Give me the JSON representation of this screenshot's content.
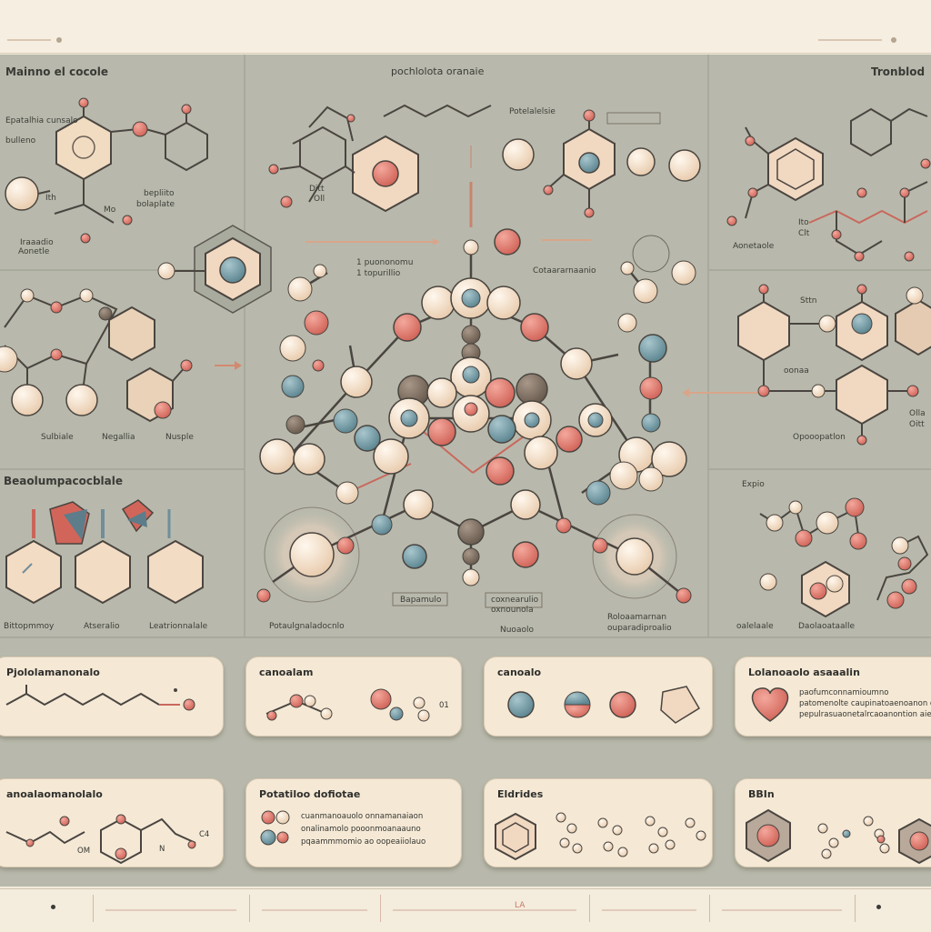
{
  "header": {
    "title": ""
  },
  "panels": {
    "top_left": {
      "title": "Mainno el cocole",
      "labels": [
        "Epatalhia cunsalo",
        "bulleno",
        "Iraaadio",
        "Aonetle",
        "bepliito",
        "bolaplate",
        "Sulbiale",
        "Negallia",
        "Nusple",
        "Mo",
        "Ith"
      ]
    },
    "top_center": {
      "title": "pochlolota oranaie",
      "labels": [
        "Potelalelsie",
        "Ditt",
        "Oll",
        "1 puononomu",
        "1 topurillio",
        "Cotaararnaanio"
      ]
    },
    "top_right": {
      "title": "Tronblod",
      "labels": [
        "Aonetaole",
        "Ito",
        "Clt",
        "Sttn",
        "Olla",
        "oonaa",
        "Oitt",
        "Opooopatlon"
      ]
    },
    "mid_left": {
      "title": "Beaolumpacocblale",
      "labels": [
        "Bittopmmoy",
        "Atseralio",
        "Leatrionnalale"
      ]
    },
    "mid_center": {
      "labels": [
        "Bapamulo",
        "coxnearulio",
        "oxnounola",
        "Nuoaolo",
        "Potaulgnaladocnlo",
        "Roloaamarnan",
        "ouparadiproalio"
      ]
    },
    "mid_right": {
      "labels": [
        "Expio",
        "oalelaale",
        "Daolaoataalle"
      ]
    }
  },
  "cards": [
    {
      "title": "Pjololamanonalo",
      "lines": []
    },
    {
      "title": "canoalam",
      "lines": [
        "01"
      ]
    },
    {
      "title": "canoalo",
      "lines": []
    },
    {
      "title": "Lolanoaolo asaaalin",
      "lines": [
        "paofumconnamioumno",
        "patomenolte caupinatoaenoanon caio",
        "pepulrasuaonetalrcaoanontion aie"
      ]
    },
    {
      "title": "anoalaomanolalo",
      "lines": [
        "OM",
        "N",
        "C4"
      ]
    },
    {
      "title": "Potatiloo dofiotae",
      "lines": [
        "cuanmanoauolo onnamanaiaon",
        "onalinamolo pooonmoanaauno",
        "pqaammmomio ao oopeaiiolauo"
      ]
    },
    {
      "title": "Eldrides",
      "lines": []
    },
    {
      "title": "BBIn",
      "lines": []
    }
  ],
  "footer": {
    "mark": "LA"
  },
  "colors": {
    "board": "#b8b9ac",
    "cream": "#f5e6d0",
    "coral": "#e08278",
    "teal": "#7ea3ad",
    "brown": "#7b6c5d",
    "outline": "#4a4540"
  }
}
